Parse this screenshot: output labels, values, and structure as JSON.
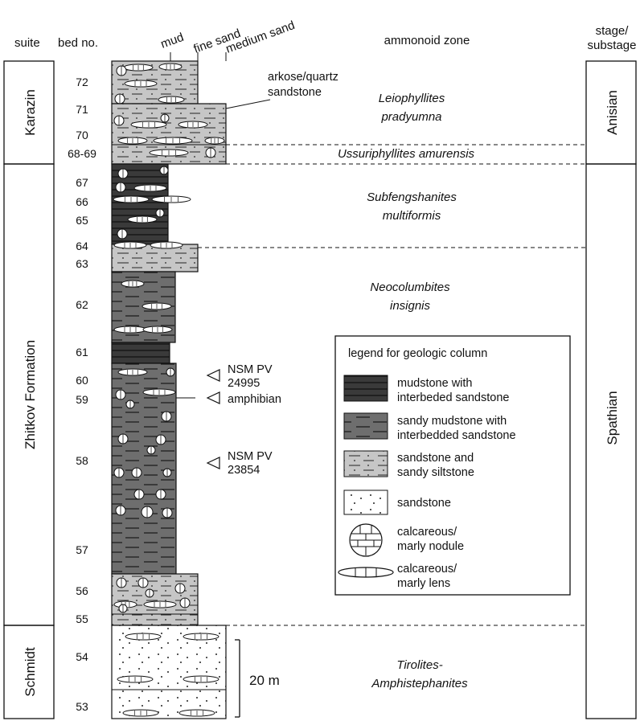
{
  "headers": {
    "suite": "suite",
    "bed_no": "bed no.",
    "ammonoid_zone": "ammonoid zone",
    "stage_line1": "stage/",
    "stage_line2": "substage",
    "grain_mud": "mud",
    "grain_fine_sand": "fine sand",
    "grain_medium_sand": "medium sand"
  },
  "suites": [
    "Karazin",
    "Zhitkov Formation",
    "Schmidt"
  ],
  "stages": [
    "Anisian",
    "Spathian"
  ],
  "bed_numbers": [
    "72",
    "71",
    "70",
    "68-69",
    "67",
    "66",
    "65",
    "64",
    "63",
    "62",
    "61",
    "60",
    "59",
    "58",
    "57",
    "56",
    "55",
    "54",
    "53"
  ],
  "zones": {
    "leiophyllites_1": "Leiophyllites",
    "leiophyllites_2": "pradyumna",
    "ussuriphyllites": "Ussuriphyllites amurensis",
    "subfengshanites_1": "Subfengshanites",
    "subfengshanites_2": "multiformis",
    "neocolumbites_1": "Neocolumbites",
    "neocolumbites_2": "insignis",
    "tirolites_1": "Tirolites-",
    "tirolites_2": "Amphistephanites"
  },
  "annotations": {
    "arkose_1": "arkose/quartz",
    "arkose_2": "sandstone",
    "specimen1_1": "NSM PV",
    "specimen1_2": "24995",
    "amphibian": "amphibian",
    "specimen2_1": "NSM PV",
    "specimen2_2": "23854",
    "scale": "20 m"
  },
  "legend": {
    "title": "legend for geologic column",
    "mudstone_1": "mudstone with",
    "mudstone_2": "interbeded sandstone",
    "sandy_mudstone_1": "sandy mudstone with",
    "sandy_mudstone_2": "interbedded sandstone",
    "sandstone_siltstone_1": "sandstone and",
    "sandstone_siltstone_2": "sandy siltstone",
    "sandstone": "sandstone",
    "nodule_1": "calcareous/",
    "nodule_2": "marly nodule",
    "lens_1": "calcareous/",
    "lens_2": "marly lens"
  },
  "colors": {
    "mudstone": "#3a3a3a",
    "sandy_mudstone": "#6e6e6e",
    "sandstone_siltstone": "#c6c6c6",
    "sandstone": "#ffffff"
  }
}
